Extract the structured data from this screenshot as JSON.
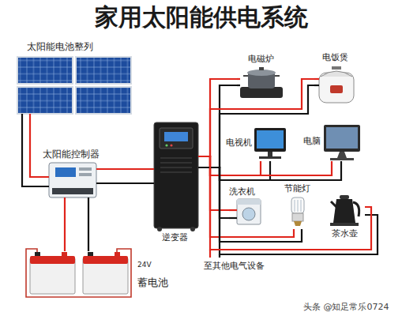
{
  "diagram": {
    "title": "家用太阳能供电系统",
    "nodes": [
      {
        "text": [
          "太阳能电池整列"
        ]
      },
      {
        "text": [
          "太阳能控制器"
        ]
      },
      {
        "text": [
          "逆变器"
        ]
      },
      {
        "text": [
          "24V",
          "蓄电池"
        ]
      },
      {
        "text": [
          "电磁炉"
        ]
      },
      {
        "text": [
          "电饭煲"
        ]
      },
      {
        "text": [
          "电视机"
        ]
      },
      {
        "text": [
          "电脑"
        ]
      },
      {
        "text": [
          "洗衣机"
        ]
      },
      {
        "text": [
          "节能灯"
        ]
      },
      {
        "text": [
          "茶水壶"
        ]
      }
    ],
    "edges": [
      {
        "from": 0,
        "to": 1,
        "arrow": "none"
      },
      {
        "from": 1,
        "to": 3,
        "arrow": "none"
      },
      {
        "from": 1,
        "to": 2,
        "arrow": "none"
      },
      {
        "from": 2,
        "to": 4,
        "arrow": "none"
      },
      {
        "from": 2,
        "to": 5,
        "arrow": "none"
      },
      {
        "from": 2,
        "to": 6,
        "arrow": "none"
      },
      {
        "from": 2,
        "to": 7,
        "arrow": "none"
      },
      {
        "from": 2,
        "to": 8,
        "arrow": "none"
      },
      {
        "from": 2,
        "to": 9,
        "arrow": "none"
      },
      {
        "from": 2,
        "to": 10,
        "arrow": "none"
      }
    ],
    "labels": [
      "至其他电气设备",
      "头条 @知足常乐0724"
    ]
  }
}
